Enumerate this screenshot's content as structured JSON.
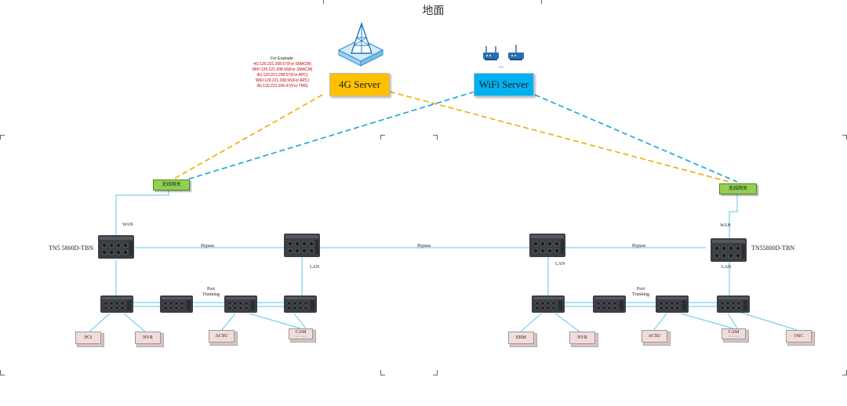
{
  "title": "地面",
  "servers": {
    "g4": "4G Server",
    "wifi": "WiFi Server",
    "wifi_ellipsis": "..."
  },
  "note": {
    "header": "For Example:",
    "lines": [
      "4G:120.221.208.67(For SMACM)",
      "WiFi:120.221.208.66(For SMACM)",
      "4G:120.221.208.57(For APC)",
      "WiFi:120.221.208.56(For APC)",
      "4G:120.221.206.47(For TMS)"
    ]
  },
  "gateway_left": "无线网关",
  "gateway_right": "无线网关",
  "labels": {
    "wan_left": "WAN",
    "wan_right": "WAN",
    "tns_left": "TN5 5800D-TBN",
    "tns_right": "TN55800D-TBN",
    "bypass_left": "Bypass",
    "bypass_mid": "Bypass",
    "bypass_right": "Bypass",
    "lan_left": "LAN",
    "lan_mid": "LAN",
    "lan_right": "LAN",
    "port_trunking_left": "Port\nTrunking",
    "port_trunking_right": "Port\nTrunking"
  },
  "endpoints": {
    "pci": "PCI",
    "nvr_left": "NVR",
    "acsu_left": "ACSU",
    "cam_left_top": "CAM",
    "cam_left_bottom": "··· ···",
    "erm": "ERM",
    "nvr_right": "NVR",
    "acsu_right": "ACSU",
    "cam_right_top": "CAM",
    "cam_right_bottom": "··· ···",
    "osc": "OSC"
  },
  "colors": {
    "g4_link": "#f0ad00",
    "wifi_link": "#1aa3d9",
    "network_line": "#5bc8e8",
    "server_4g": "#ffc000",
    "server_wifi": "#00b0f0",
    "gateway": "#92d050",
    "endpoint": "#f2dcdb"
  }
}
